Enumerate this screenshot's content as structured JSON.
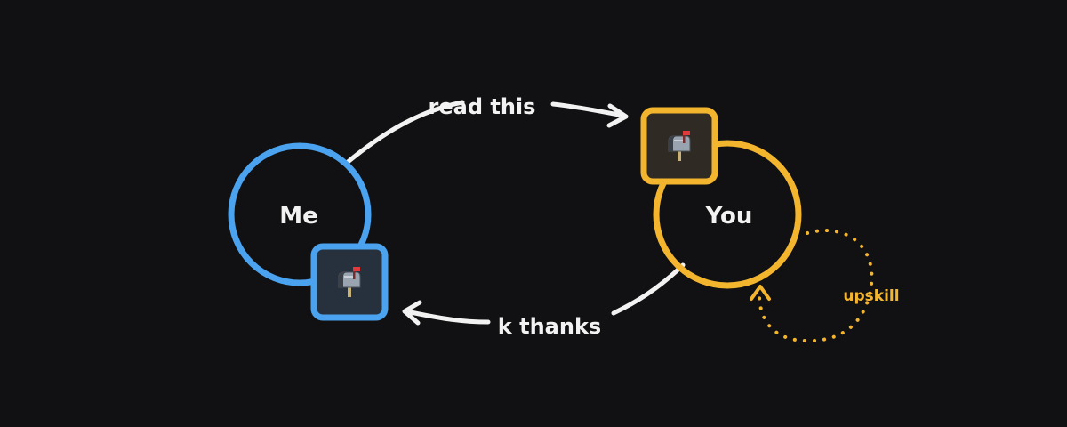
{
  "diagram": {
    "nodes": {
      "me": {
        "label": "Me",
        "color": "#4ba3f0"
      },
      "you": {
        "label": "You",
        "color": "#f4b52e"
      }
    },
    "edges": {
      "to_you": {
        "label": "read this"
      },
      "to_me": {
        "label": "k thanks"
      },
      "self_loop": {
        "label": "upskill"
      }
    },
    "mailbox_icon": "mailbox-with-raised-flag",
    "colors": {
      "background": "#111113",
      "arrow": "#f2f2f2",
      "me_accent": "#4ba3f0",
      "me_box_fill": "#27313d",
      "you_accent": "#f4b52e",
      "you_box_fill": "#2f2b24"
    }
  }
}
